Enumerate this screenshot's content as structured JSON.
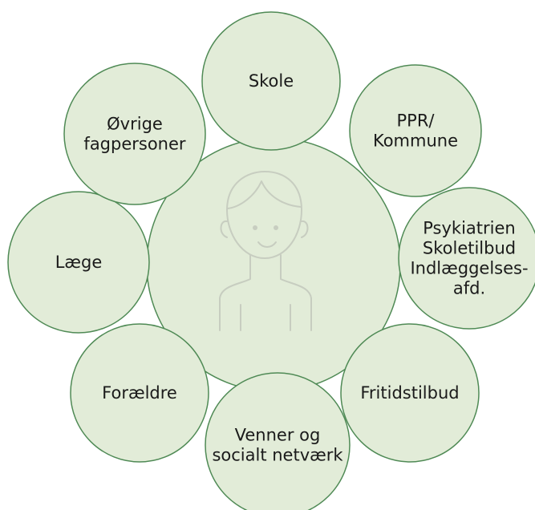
{
  "center": {
    "icon": "person-icon"
  },
  "nodes": [
    {
      "id": "skole",
      "lines": [
        "Skole"
      ]
    },
    {
      "id": "ppr-kommune",
      "lines": [
        "PPR/",
        "Kommune"
      ]
    },
    {
      "id": "psykiatrien",
      "lines": [
        "Psykiatrien",
        "Skoletilbud",
        "Indlæggelses-",
        "afd."
      ]
    },
    {
      "id": "fritidstilbud",
      "lines": [
        "Fritidstilbud"
      ]
    },
    {
      "id": "venner",
      "lines": [
        "Venner og",
        "socialt netværk"
      ]
    },
    {
      "id": "foraeldre",
      "lines": [
        "Forældre"
      ]
    },
    {
      "id": "laege",
      "lines": [
        "Læge"
      ]
    },
    {
      "id": "ovrige",
      "lines": [
        "Øvrige",
        "fagpersoner"
      ]
    }
  ],
  "colors": {
    "fill": "#e2ecd8",
    "stroke": "#4f8a55",
    "text": "#1a1a1a",
    "icon": "#c7cdc0"
  }
}
